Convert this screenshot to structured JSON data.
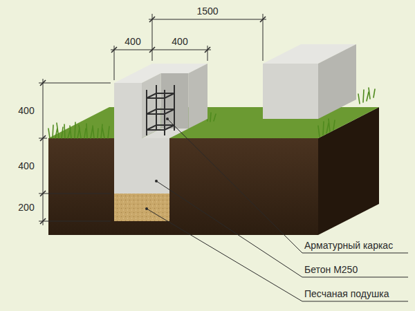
{
  "diagram": {
    "labels": [
      "1500",
      "400",
      "400",
      "400",
      "400",
      "200",
      "Арматурный каркас",
      "Бетон М250",
      "Песчаная подушка"
    ]
  }
}
